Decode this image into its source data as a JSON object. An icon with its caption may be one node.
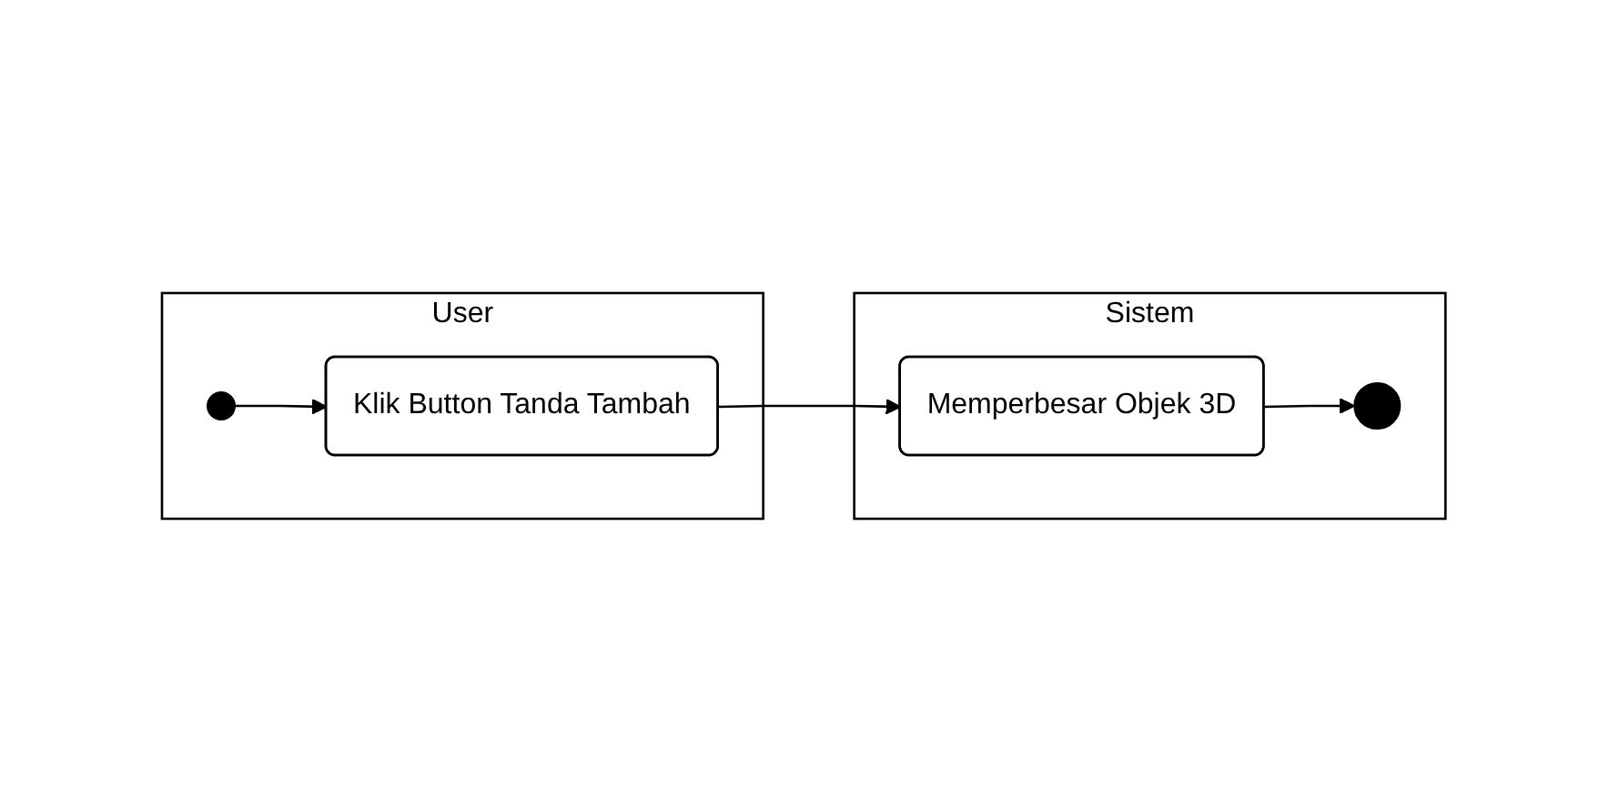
{
  "diagram": {
    "nodes": [
      {
        "text": [
          "User"
        ]
      },
      {
        "text": [
          "Sistem"
        ]
      },
      {
        "text": [],
        "shape": "circle",
        "in": 0
      },
      {
        "text": [
          "Klik Button Tanda Tambah"
        ],
        "in": 0
      },
      {
        "text": [
          "Memperbesar Objek 3D"
        ],
        "in": 1
      },
      {
        "text": [],
        "shape": "circle",
        "in": 1
      }
    ],
    "edges": [
      {
        "from": 2,
        "to": 3,
        "arrow": "to"
      },
      {
        "from": 3,
        "to": 4,
        "arrow": "to"
      },
      {
        "from": 4,
        "to": 5,
        "arrow": "to"
      }
    ]
  }
}
